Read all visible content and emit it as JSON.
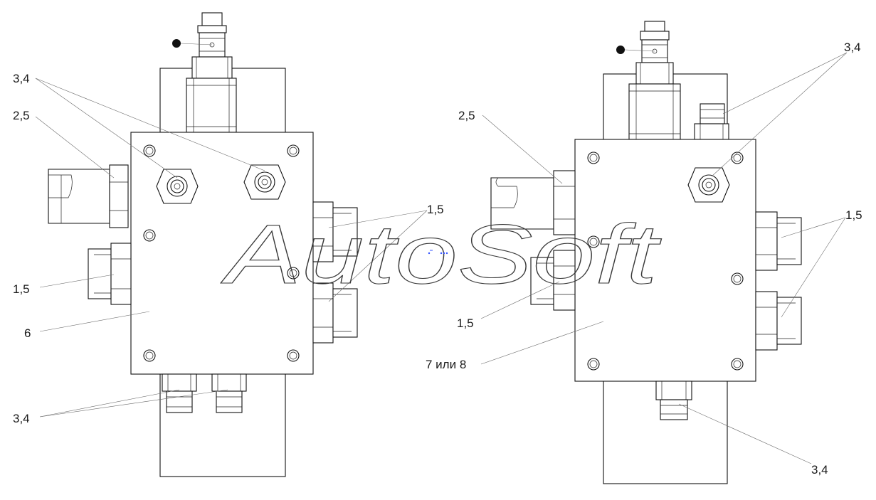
{
  "colors": {
    "line": "#111111",
    "leader": "#6b6b6b",
    "background": "#ffffff",
    "watermark_stroke": "#3a3a3a"
  },
  "watermark": "AutoSoft",
  "left_view": {
    "labels": {
      "top_a": "3,4",
      "side_a": "2,5",
      "right_a": "1,5",
      "left_b": "1,5",
      "body": "6",
      "bottom_a": "3,4"
    }
  },
  "right_view": {
    "labels": {
      "top_right": "3,4",
      "side_a": "2,5",
      "right_a": "1,5",
      "left_b": "1,5",
      "body": "7 или 8",
      "bottom_a": "3,4"
    }
  }
}
